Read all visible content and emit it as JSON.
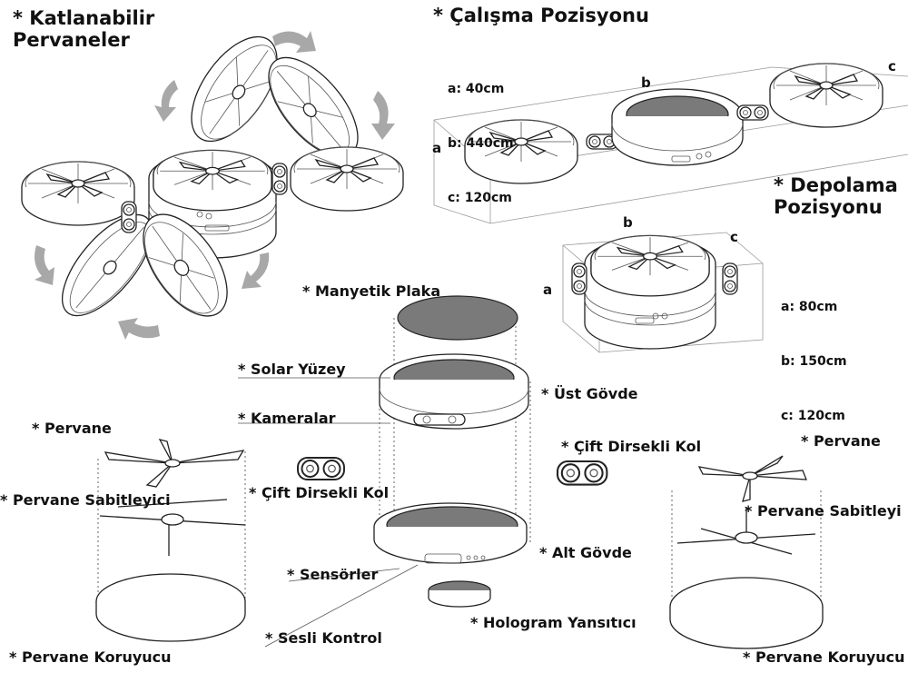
{
  "titles": {
    "folding": [
      "* Katlanabilir",
      "Pervaneler"
    ],
    "working": "* Çalışma Pozisyonu",
    "storage": [
      "* Depolama",
      "Pozisyonu"
    ]
  },
  "working_dims": [
    "a: 40cm",
    "b: 440cm",
    "c: 120cm"
  ],
  "storage_dims": [
    "a: 80cm",
    "b: 150cm",
    "c: 120cm"
  ],
  "axis_letters": {
    "a": "a",
    "b": "b",
    "c": "c"
  },
  "parts": {
    "magnetic_plate": "* Manyetik Plaka",
    "solar_surface": "* Solar Yüzey",
    "upper_body": "* Üst Gövde",
    "cameras": "* Kameralar",
    "double_arm_left": "* Çift Dirsekli Kol",
    "double_arm_right": "* Çift Dirsekli Kol",
    "propeller_left": "* Pervane",
    "propeller_right": "* Pervane",
    "propeller_fixer_left": "* Pervane Sabitleyici",
    "propeller_fixer_right": "* Pervane Sabitleyi",
    "sensors": "* Sensörler",
    "lower_body": "* Alt Gövde",
    "voice_control": "* Sesli Kontrol",
    "hologram": "* Hologram Yansıtıcı",
    "guard_left": "* Pervane Koruyucu",
    "guard_right": "* Pervane Koruyucu"
  }
}
